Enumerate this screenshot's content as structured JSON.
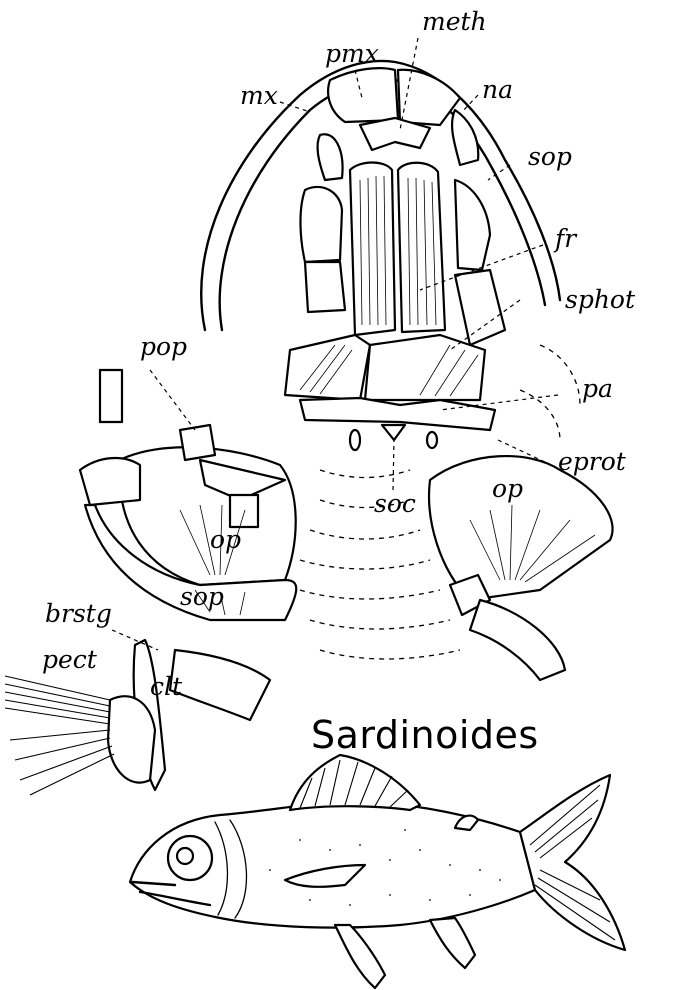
{
  "figure": {
    "title": "Sardinoides",
    "labels": {
      "meth": "meth",
      "pmx": "pmx",
      "mx": "mx",
      "na": "na",
      "sop_top": "sop",
      "fr": "fr",
      "sphot": "sphot",
      "pop": "pop",
      "pa": "pa",
      "eprot": "eprot",
      "op_left": "op",
      "op_right": "op",
      "soc": "soc",
      "sop_bottom": "sop",
      "brstg": "brstg",
      "pect": "pect",
      "clt": "clt"
    }
  }
}
